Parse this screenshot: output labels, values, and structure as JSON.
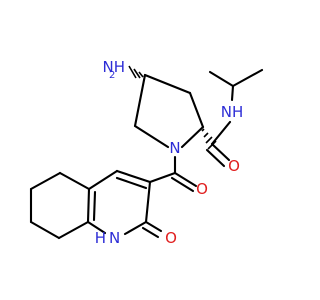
{
  "atoms": {
    "amine": {
      "symbol": "N",
      "hydrogen": "H",
      "hcount": "2",
      "color": "#2d2dd6"
    },
    "ring_n": {
      "symbol": "N",
      "color": "#2d2dd6"
    },
    "amide_nh": {
      "text": "NH",
      "color": "#2d2dd6"
    },
    "amide_o": {
      "text": "O",
      "color": "#e01e1e"
    },
    "carbonyl_o": {
      "text": "O",
      "color": "#e01e1e"
    },
    "lactam_nh": {
      "text": "NH",
      "hydrogen": "H",
      "symbol": "N",
      "color": "#2d2dd6"
    },
    "lactam_o": {
      "text": "O",
      "color": "#e01e1e"
    }
  },
  "bond_color": "#000000",
  "stereo": {
    "wedge_color": "#000000"
  }
}
